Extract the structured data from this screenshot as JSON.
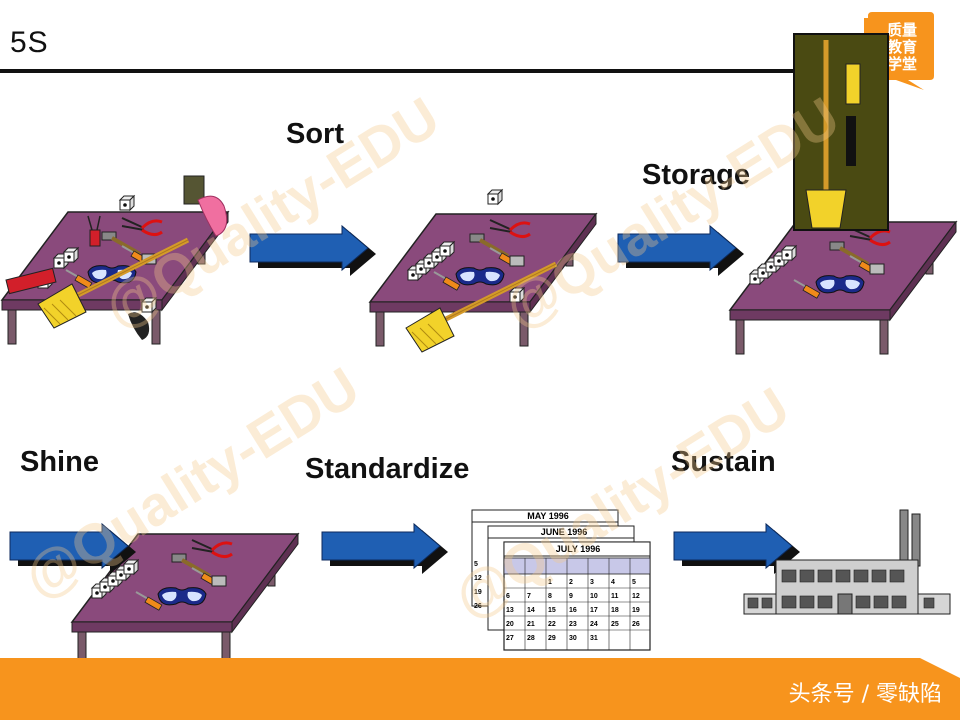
{
  "slide": {
    "title": "5S"
  },
  "steps": {
    "sort": "Sort",
    "storage": "Storage",
    "shine": "Shine",
    "standardize": "Standardize",
    "sustain": "Sustain"
  },
  "logo": {
    "line1": "质量",
    "line2": "教育",
    "line3": "学堂"
  },
  "watermark": "@Quality-EDU",
  "calendar": {
    "months": [
      "MAY 1996",
      "JUNE 1996",
      "JULY 1996"
    ],
    "july_days": [
      "1",
      "2",
      "3",
      "4",
      "5",
      "6",
      "7",
      "8",
      "9",
      "10",
      "11",
      "12",
      "13",
      "14",
      "15",
      "16",
      "17",
      "18",
      "19",
      "20",
      "21",
      "22",
      "23",
      "24",
      "25",
      "26",
      "27",
      "28",
      "29",
      "30",
      "31"
    ],
    "left_numbers": [
      "5",
      "12",
      "19",
      "26"
    ]
  },
  "footer": {
    "text": "头条号 / 零缺陷"
  },
  "colors": {
    "table_top": "#8a4a7c",
    "arrow_blue": "#1f5fb3",
    "footer_orange": "#f7941d",
    "logo_orange": "#f7941d"
  }
}
